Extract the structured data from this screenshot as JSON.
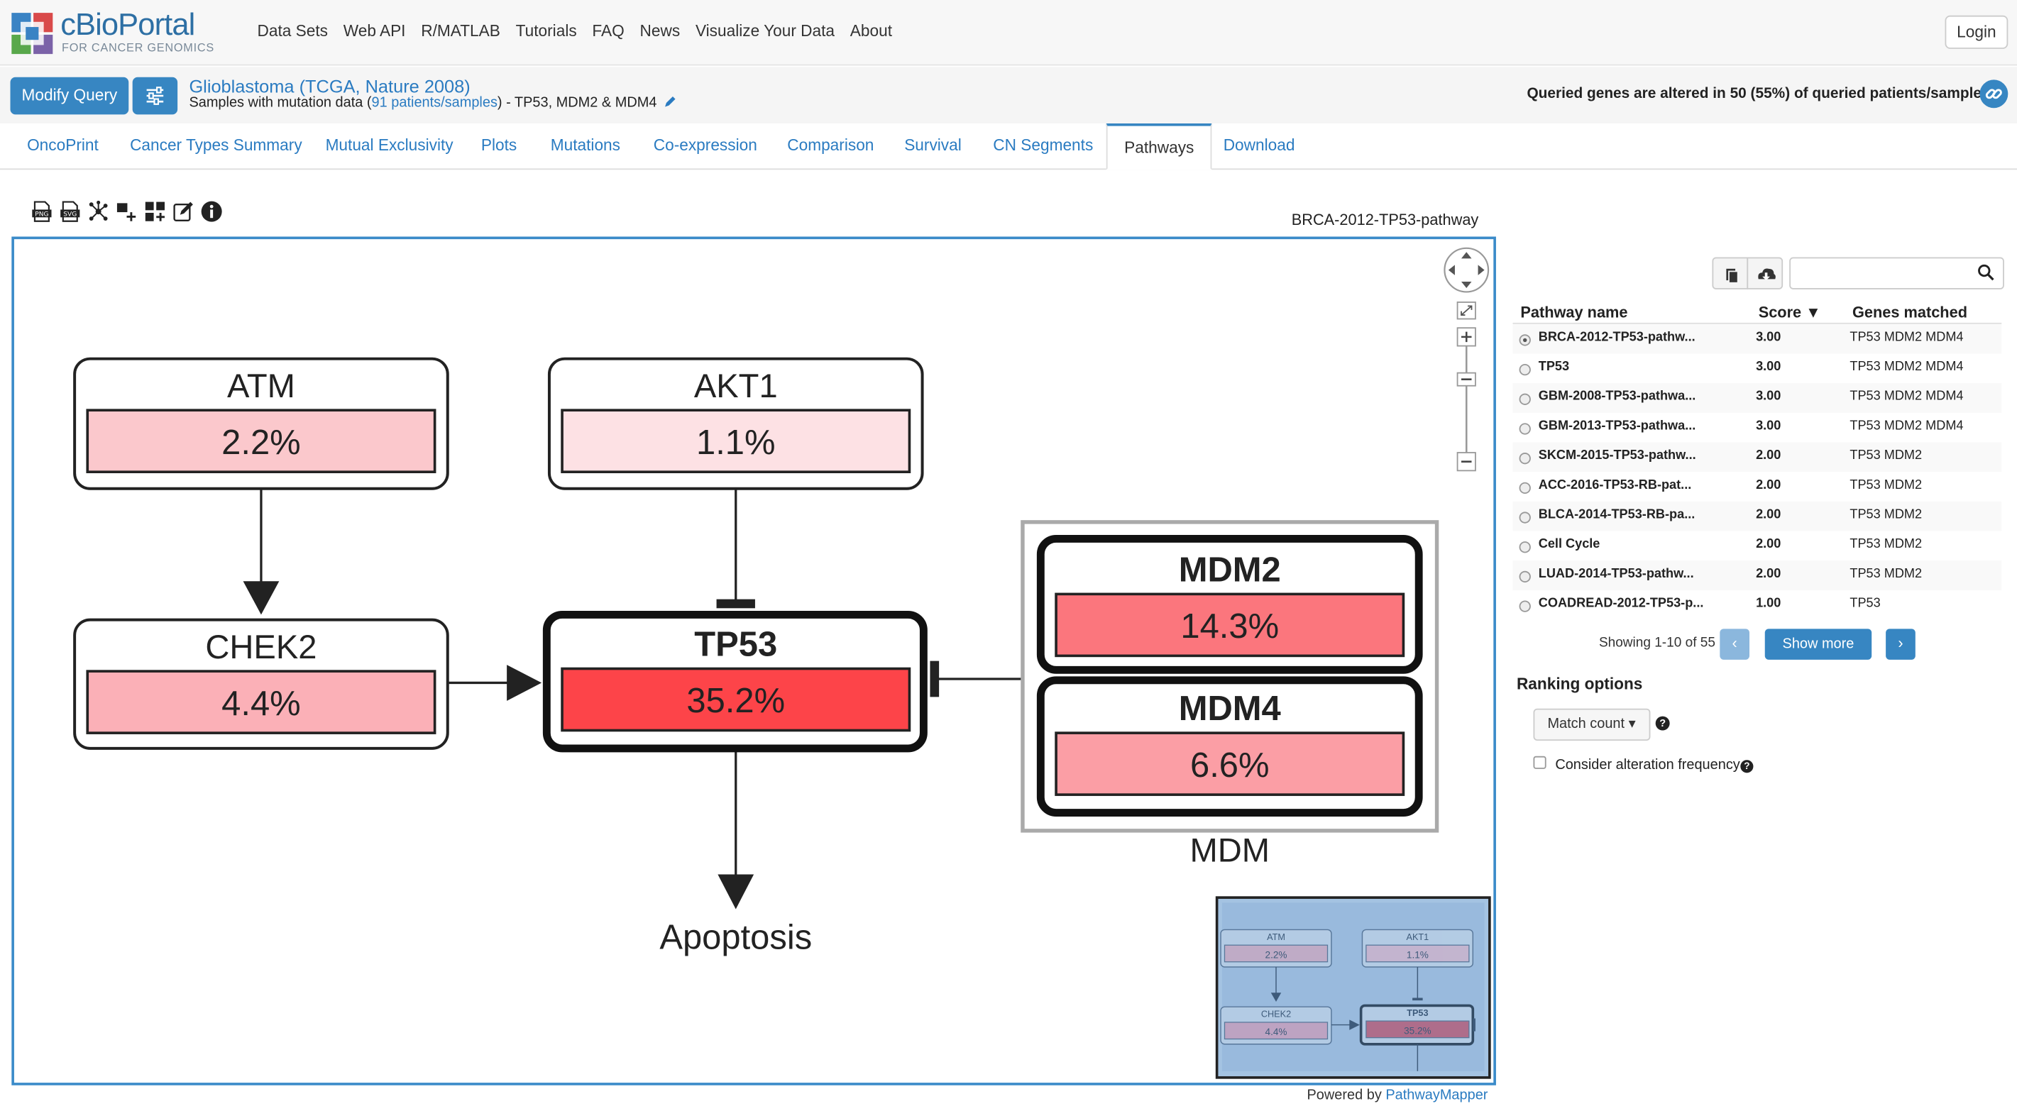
{
  "header": {
    "logo_title": "cBioPortal",
    "logo_subtitle": "FOR CANCER GENOMICS",
    "nav": [
      "Data Sets",
      "Web API",
      "R/MATLAB",
      "Tutorials",
      "FAQ",
      "News",
      "Visualize Your Data",
      "About"
    ],
    "login_label": "Login"
  },
  "query": {
    "modify_label": "Modify Query",
    "study_name": "Glioblastoma (TCGA, Nature 2008)",
    "desc_prefix": "Samples with mutation data (",
    "desc_count": "91",
    "desc_link": "patients/samples",
    "desc_suffix": ")  - TP53, MDM2 & MDM4",
    "altered_summary": "Queried genes are altered in 50 (55%) of queried patients/samples"
  },
  "tabs": [
    {
      "label": "OncoPrint",
      "active": false
    },
    {
      "label": "Cancer Types Summary",
      "active": false
    },
    {
      "label": "Mutual Exclusivity",
      "active": false
    },
    {
      "label": "Plots",
      "active": false
    },
    {
      "label": "Mutations",
      "active": false
    },
    {
      "label": "Co-expression",
      "active": false
    },
    {
      "label": "Comparison",
      "active": false
    },
    {
      "label": "Survival",
      "active": false
    },
    {
      "label": "CN Segments",
      "active": false
    },
    {
      "label": "Pathways",
      "active": true
    },
    {
      "label": "Download",
      "active": false
    }
  ],
  "toolbar_icons": [
    "png-export-icon",
    "svg-export-icon",
    "layout-icon",
    "add-genes-icon",
    "add-node-icon",
    "edit-icon",
    "info-icon"
  ],
  "pathway": {
    "title": "BRCA-2012-TP53-pathway",
    "nodes": {
      "atm": {
        "name": "ATM",
        "pct": "2.2%",
        "color": "#fbc8cc"
      },
      "akt1": {
        "name": "AKT1",
        "pct": "1.1%",
        "color": "#fde1e4"
      },
      "chek2": {
        "name": "CHEK2",
        "pct": "4.4%",
        "color": "#fbb0b7"
      },
      "tp53": {
        "name": "TP53",
        "pct": "35.2%",
        "color": "#fd4449"
      },
      "mdm2": {
        "name": "MDM2",
        "pct": "14.3%",
        "color": "#fb767d"
      },
      "mdm4": {
        "name": "MDM4",
        "pct": "6.6%",
        "color": "#fb9ea5"
      }
    },
    "group_label": "MDM",
    "process_label": "Apoptosis",
    "powered_prefix": "Powered by",
    "powered_link": "PathwayMapper"
  },
  "results": {
    "headers": {
      "name": "Pathway name",
      "score": "Score ▼",
      "genes": "Genes matched"
    },
    "rows": [
      {
        "name": "BRCA-2012-TP53-pathw...",
        "score": "3.00",
        "genes": "TP53 MDM2 MDM4",
        "selected": true
      },
      {
        "name": "TP53",
        "score": "3.00",
        "genes": "TP53 MDM2 MDM4",
        "selected": false
      },
      {
        "name": "GBM-2008-TP53-pathwa...",
        "score": "3.00",
        "genes": "TP53 MDM2 MDM4",
        "selected": false
      },
      {
        "name": "GBM-2013-TP53-pathwa...",
        "score": "3.00",
        "genes": "TP53 MDM2 MDM4",
        "selected": false
      },
      {
        "name": "SKCM-2015-TP53-pathw...",
        "score": "2.00",
        "genes": "TP53 MDM2",
        "selected": false
      },
      {
        "name": "ACC-2016-TP53-RB-pat...",
        "score": "2.00",
        "genes": "TP53 MDM2",
        "selected": false
      },
      {
        "name": "BLCA-2014-TP53-RB-pa...",
        "score": "2.00",
        "genes": "TP53 MDM2",
        "selected": false
      },
      {
        "name": "Cell Cycle",
        "score": "2.00",
        "genes": "TP53 MDM2",
        "selected": false
      },
      {
        "name": "LUAD-2014-TP53-pathw...",
        "score": "2.00",
        "genes": "TP53 MDM2",
        "selected": false
      },
      {
        "name": "COADREAD-2012-TP53-p...",
        "score": "1.00",
        "genes": "TP53",
        "selected": false
      }
    ],
    "showing": "Showing 1-10 of 55",
    "prev_label": "‹",
    "show_more_label": "Show more",
    "next_label": "›",
    "search_placeholder": ""
  },
  "ranking": {
    "title": "Ranking options",
    "match_label": "Match count ▾",
    "freq_label": "Consider alteration frequency"
  },
  "colors": {
    "accent": "#3786c2",
    "link": "#2a7bc1",
    "canvas_border": "#3b8bc9"
  }
}
